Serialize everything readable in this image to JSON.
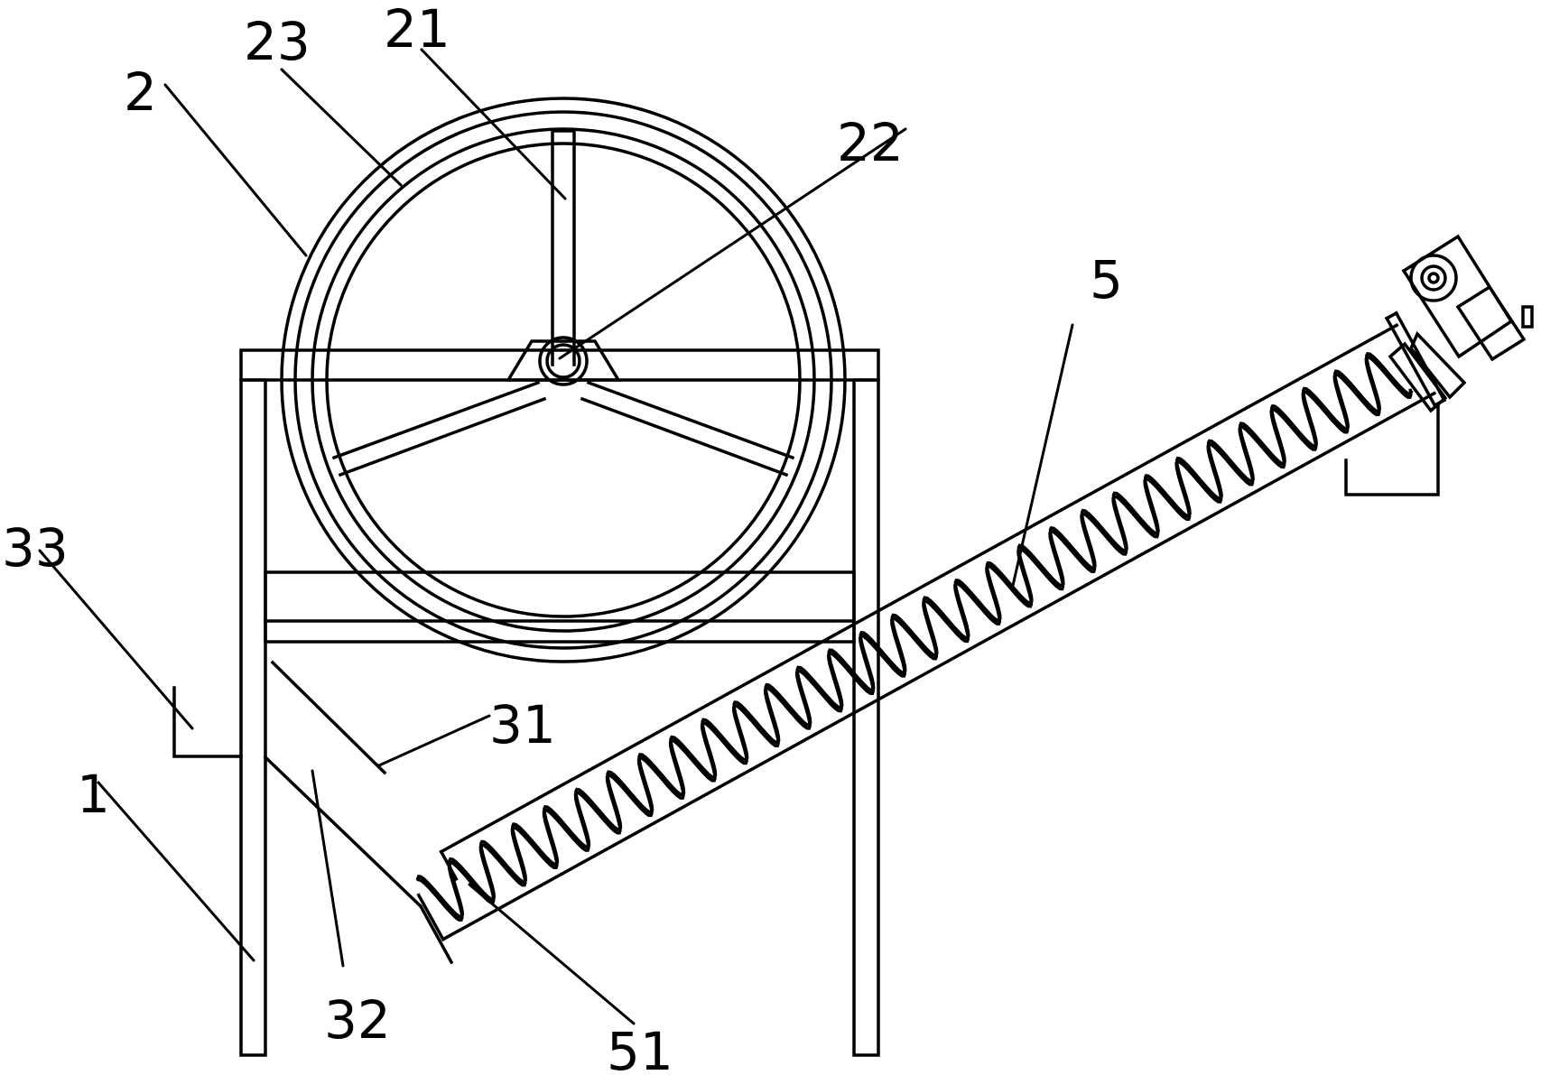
{
  "labels": {
    "frame": "1",
    "drum": "2",
    "spoke": "21",
    "axle": "22",
    "screen": "23",
    "hopper_wall": "31",
    "hopper": "32",
    "outlet": "33",
    "conveyor": "5",
    "screw": "51"
  },
  "style": {
    "line_color": "#000000",
    "background": "#ffffff"
  }
}
